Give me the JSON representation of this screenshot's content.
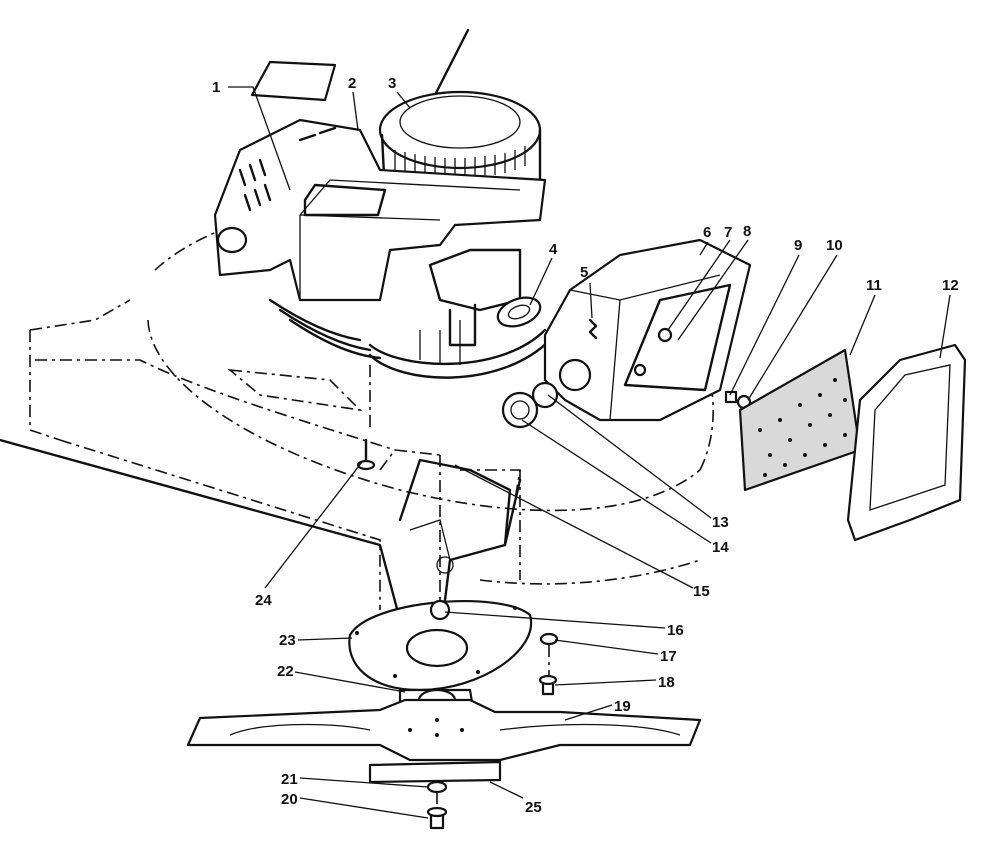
{
  "callouts": [
    "1",
    "2",
    "3",
    "4",
    "5",
    "6",
    "7",
    "8",
    "9",
    "10",
    "11",
    "12",
    "13",
    "14",
    "15",
    "16",
    "17",
    "18",
    "19",
    "20",
    "21",
    "22",
    "23",
    "24",
    "25"
  ],
  "icons": {
    "engine": "engine-assembly",
    "air-cleaner": "air-cleaner-body",
    "filter": "foam-filter-element",
    "cover": "air-cleaner-cover",
    "blade": "mower-blade",
    "adapter": "blade-adapter"
  }
}
